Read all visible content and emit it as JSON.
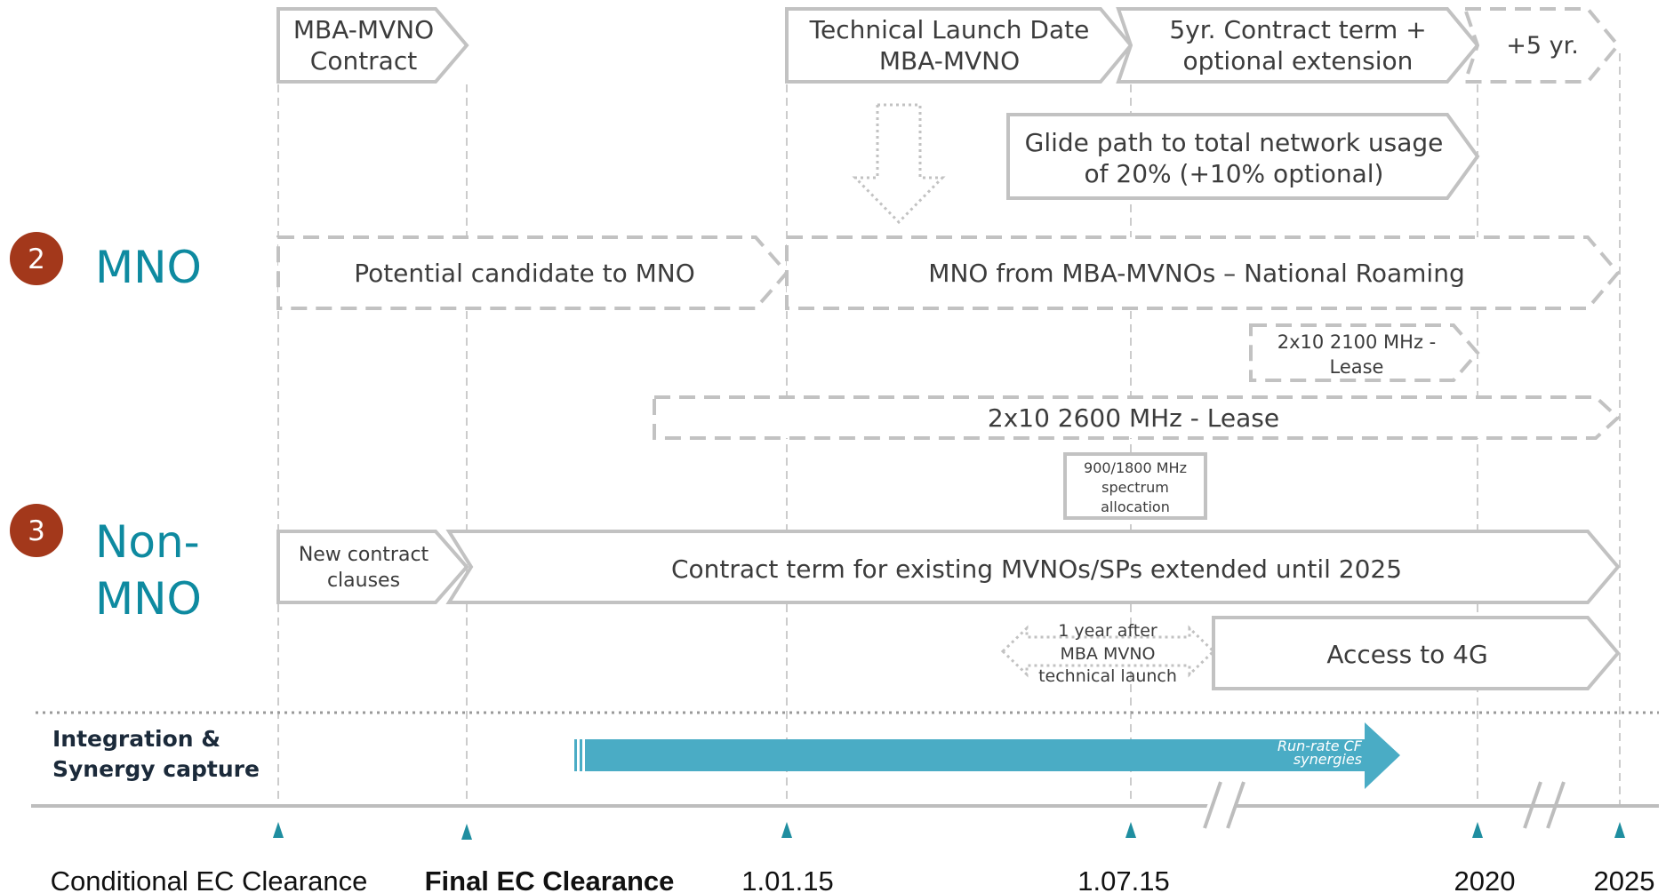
{
  "sections": {
    "mno": {
      "number": "2",
      "label": "MNO"
    },
    "non_mno": {
      "number": "3",
      "label_line1": "Non-",
      "label_line2": "MNO"
    }
  },
  "top_row": {
    "mba_contract": {
      "line1": "MBA-MVNO",
      "line2": "Contract"
    },
    "launch": {
      "line1": "Technical Launch Date",
      "line2": "MBA-MVNO"
    },
    "contract_term": {
      "line1": "5yr. Contract term +",
      "line2": "optional extension"
    },
    "extension": "+5 yr.",
    "glide_path": {
      "line1": "Glide path to total network usage",
      "line2": "of 20% (+10% optional)"
    }
  },
  "mno_row": {
    "candidate": "Potential candidate to MNO",
    "national_roaming": "MNO from MBA-MVNOs – National Roaming",
    "lease_2100": {
      "line1": "2x10 2100 MHz -",
      "line2": "Lease"
    },
    "lease_2600": "2x10 2600 MHz - Lease",
    "spectrum": {
      "line1": "900/1800 MHz",
      "line2": "spectrum",
      "line3": "allocation"
    }
  },
  "non_mno_row": {
    "new_clauses": {
      "line1": "New contract",
      "line2": "clauses"
    },
    "contract_extended": "Contract term for existing MVNOs/SPs extended until 2025",
    "one_year": {
      "line1": "1 year after",
      "line2": "MBA MVNO",
      "line3": "technical launch"
    },
    "access_4g": "Access to 4G"
  },
  "integration": {
    "label_line1": "Integration  &",
    "label_line2": "Synergy capture",
    "arrow_line1": "Run-rate CF",
    "arrow_line2": "synergies",
    "arrow_color": "#4aacc5"
  },
  "milestones": [
    "Conditional EC Clearance",
    "Final EC Clearance",
    "1.01.15",
    "1.07.15",
    "2020",
    "2025"
  ],
  "colors": {
    "accent": "#0e8aa0",
    "badge": "#a3381b",
    "outline": "#c2c2c2"
  }
}
